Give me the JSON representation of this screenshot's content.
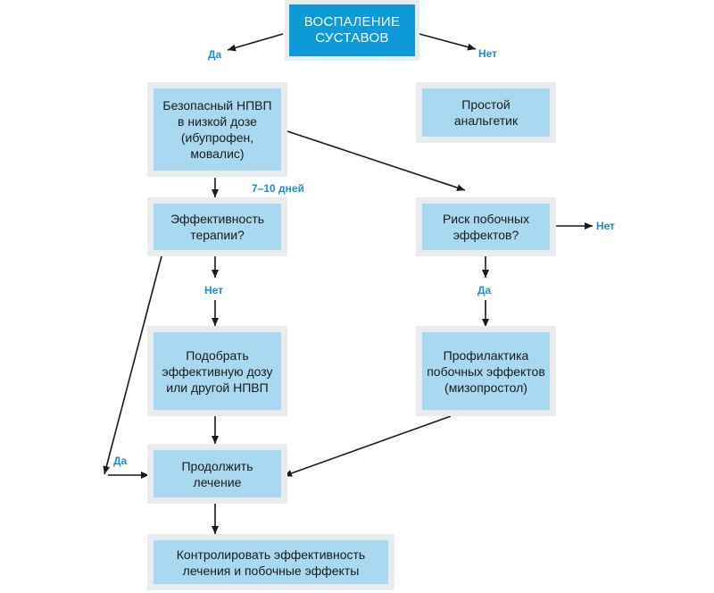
{
  "diagram": {
    "colors": {
      "accent": "#0e9ad8",
      "node_fill": "#a9d8f1",
      "frame": "#e9ecee",
      "label": "#1b8fcf",
      "arrow": "#1a1a1a"
    },
    "nodes": {
      "inflammation": "ВОСПАЛЕНИЕ\nСУСТАВОВ",
      "safe_nsaid": "Безопасный НПВП\nв низкой дозе\n(ибупрофен,\nмовалис)",
      "simple_analgesic": "Простой\nанальгетик",
      "effectiveness": "Эффективность\nтерапии?",
      "side_effects_risk": "Риск побочных\nэффектов?",
      "adjust_dose": "Подобрать\nэффективную дозу\nили другой НПВП",
      "prophylaxis": "Профилактика\nпобочных эффектов\n(мизопростол)",
      "continue_treatment": "Продолжить\nлечение",
      "monitor": "Контролировать эффективность\nлечения и побочные эффекты"
    },
    "labels": {
      "yes_top": "Да",
      "no_top": "Нет",
      "days": "7–10 дней",
      "no_effect": "Нет",
      "no_risk": "Нет",
      "yes_risk": "Да",
      "yes_left": "Да"
    }
  }
}
